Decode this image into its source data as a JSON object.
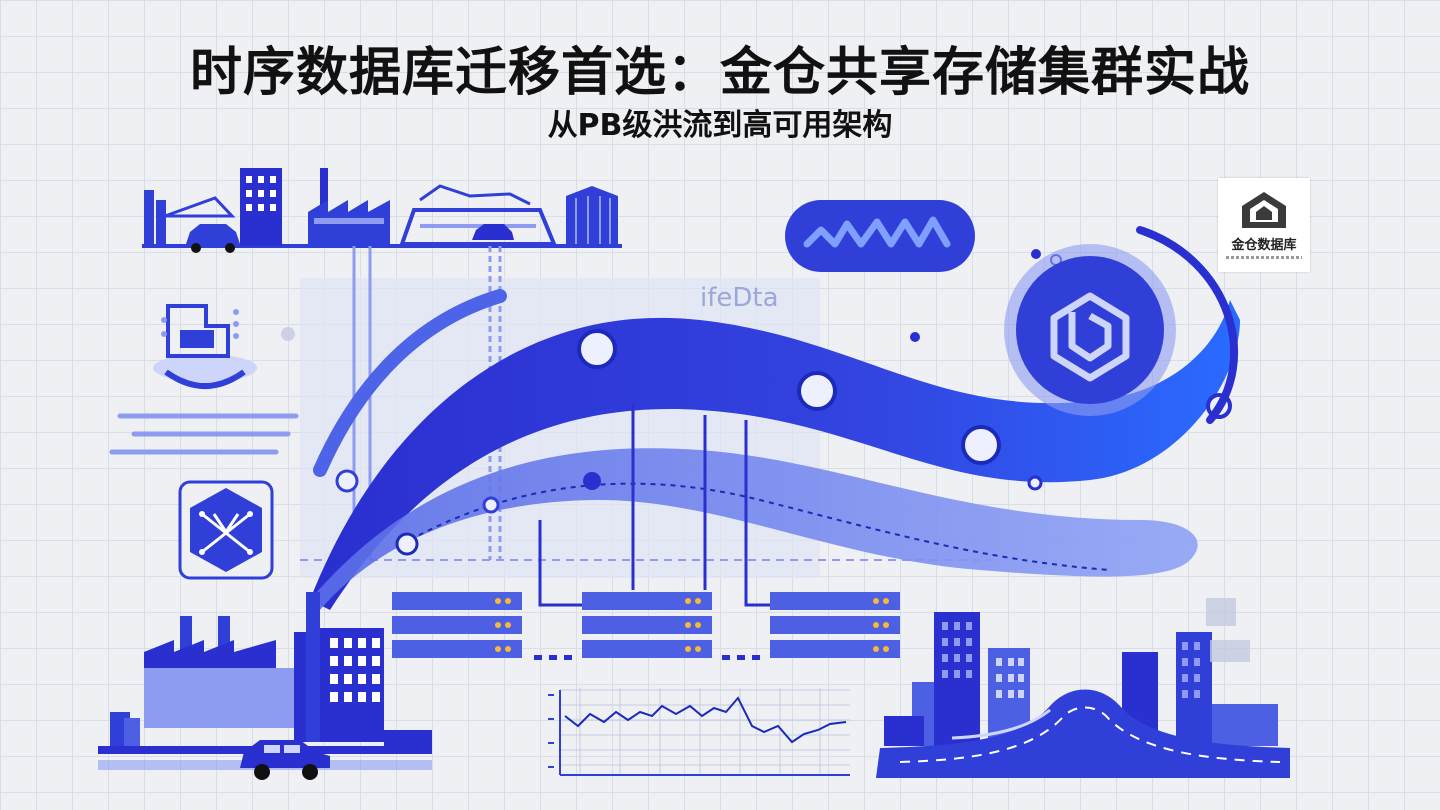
{
  "header": {
    "title": "时序数据库迁移首选：金仓共享存储集群实战",
    "subtitle": "从PB级洪流到高可用架构"
  },
  "logo": {
    "text": "金仓数据库"
  },
  "scene": {
    "watermark_text": "ifeDta",
    "colors": {
      "primary": "#2f3fd8",
      "deep": "#2a2fcf",
      "light": "#8d9cf0",
      "pale": "#cdd5fb",
      "accent": "#f5b93a"
    },
    "icons": [
      "factory-icon",
      "office-building-icon",
      "car-icon",
      "stadium-icon",
      "storage-tank-icon",
      "server-rack-icon",
      "network-node-icon",
      "database-hub-icon",
      "line-chart-icon",
      "city-skyline-icon",
      "road-icon"
    ]
  }
}
